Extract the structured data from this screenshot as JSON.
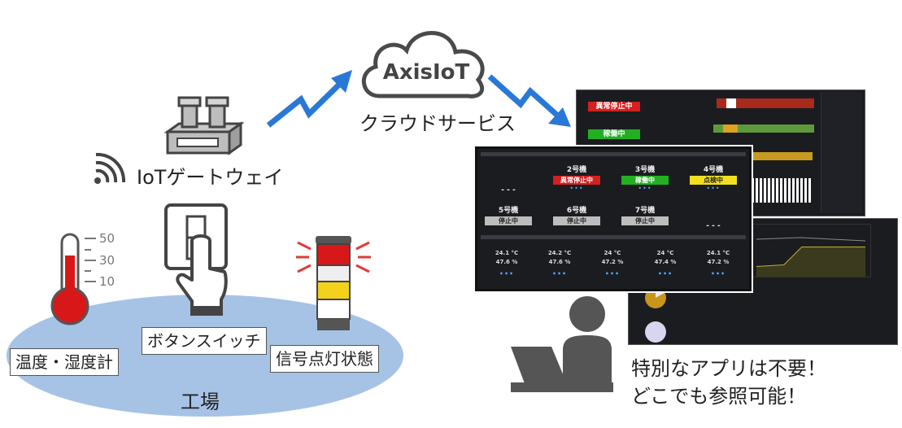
{
  "cloud": {
    "logo": "AxisIoT",
    "caption": "クラウドサービス"
  },
  "gateway": {
    "label": "IoTゲートウェイ"
  },
  "factory": {
    "label": "工場"
  },
  "devices": {
    "thermo": "温度・湿度計",
    "button": "ボタンスイッチ",
    "signal": "信号点灯状態"
  },
  "thermometer_scale": [
    "50",
    "30",
    "10"
  ],
  "message": {
    "line1": "特別なアプリは不要！",
    "line2": "どこでも参照可能！"
  },
  "back_dashboard": {
    "status_red": "異常停止中",
    "status_green": "稼働中"
  },
  "front_dashboard": {
    "machines": [
      {
        "name": "",
        "status": "- - -",
        "color": ""
      },
      {
        "name": "2号機",
        "status": "異常停止中",
        "color": "#d32020"
      },
      {
        "name": "3号機",
        "status": "稼働中",
        "color": "#22b022"
      },
      {
        "name": "4号機",
        "status": "点検中",
        "color": "#f0e020"
      },
      {
        "name": "5号機",
        "status": "停止中",
        "color": "#bdbdbd"
      },
      {
        "name": "6号機",
        "status": "停止中",
        "color": "#bdbdbd"
      },
      {
        "name": "7号機",
        "status": "停止中",
        "color": "#bdbdbd"
      },
      {
        "name": "",
        "status": "- - -",
        "color": ""
      }
    ],
    "sensors": [
      {
        "temp": "24.1 °C",
        "hum": "47.6 %"
      },
      {
        "temp": "24.2 °C",
        "hum": "47.6 %"
      },
      {
        "temp": "24 °C",
        "hum": "47.2 %"
      },
      {
        "temp": "24 °C",
        "hum": "47.4 %"
      },
      {
        "temp": "24.1 °C",
        "hum": "47.2 %"
      }
    ]
  },
  "colors": {
    "arrow": "#2a78d6",
    "factory_ellipse": "#a6c3e6",
    "dash_bg": "#1b1c20"
  }
}
